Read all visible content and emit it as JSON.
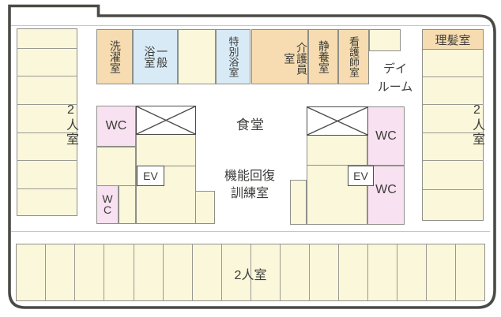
{
  "colors": {
    "room_cream": "#FAF7DA",
    "room_tan": "#F6DCB0",
    "room_blue": "#D8EAF6",
    "room_pink": "#F8E1F0",
    "wall": "#4A4A47",
    "room_border": "#8F8F8A"
  },
  "wings": {
    "west": {
      "label": "2人室",
      "rooms": 7
    },
    "east": {
      "label": "2人室",
      "rooms": 6,
      "barber": "理髪室"
    },
    "south": {
      "label": "2人室",
      "rooms": 16
    }
  },
  "top_rooms": {
    "laundry": "洗濯室",
    "general_bath": "一般\n浴室",
    "special_bath": "特別浴室",
    "care_staff": "介護員\n室",
    "rest_room": "静養室",
    "nurse_station": "看護師室"
  },
  "center": {
    "dining": "食堂",
    "day_room": "デイ\nルーム",
    "training": "機能回復\n訓練室"
  },
  "facilities": {
    "wc": "WC",
    "wc_stacked": "W\nC",
    "elevator": "EV"
  }
}
